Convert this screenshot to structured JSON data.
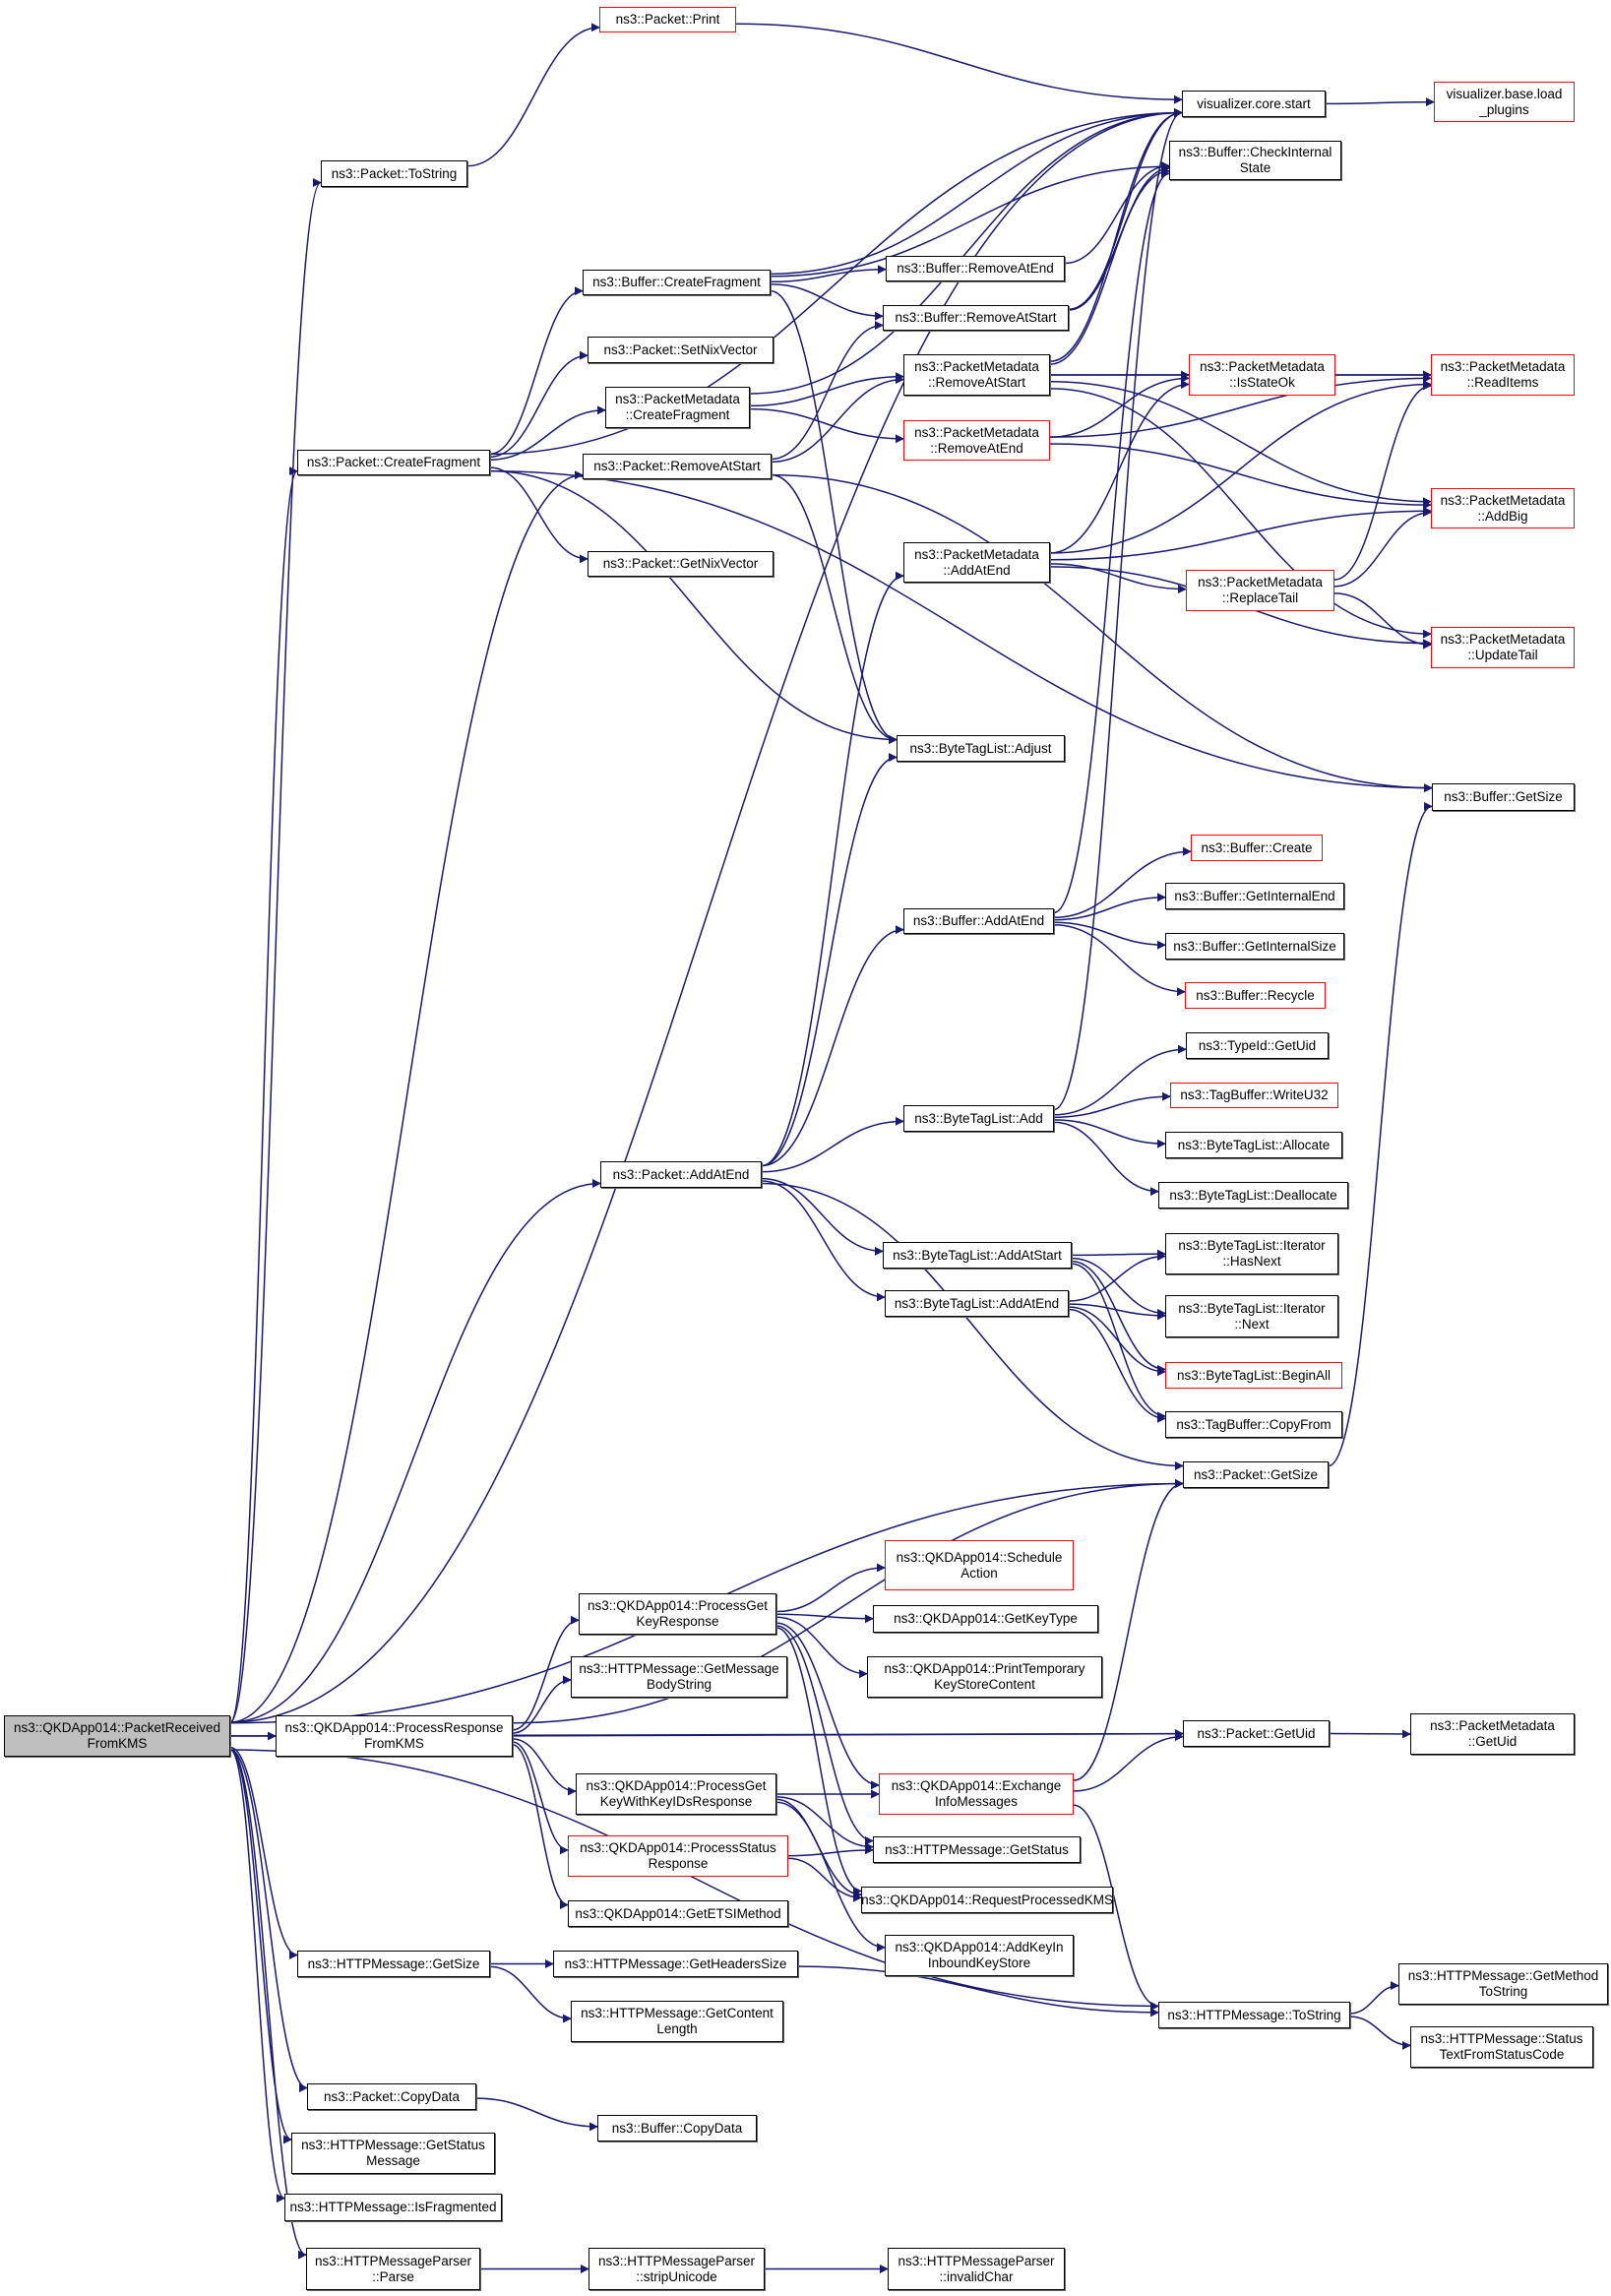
{
  "graph": {
    "title": "Call graph of ns3::QKDApp014::PacketReceivedFromKMS",
    "edge_color": "#191970",
    "truncated_border_color": "#ff0000",
    "root_fill_color": "#bfbfbf",
    "nodes": {
      "root": {
        "label": "ns3::QKDApp014::PacketReceived\nFromKMS",
        "truncated": false,
        "root": true
      },
      "packet_tostring": {
        "label": "ns3::Packet::ToString",
        "truncated": false
      },
      "packet_print": {
        "label": "ns3::Packet::Print",
        "truncated": true
      },
      "vis_core_start": {
        "label": "visualizer.core.start",
        "truncated": false
      },
      "vis_load_plugins": {
        "label": "visualizer.base.load\n_plugins",
        "truncated": true
      },
      "buffer_checkinternalstate": {
        "label": "ns3::Buffer::CheckInternal\nState",
        "truncated": false
      },
      "buffer_createfragment": {
        "label": "ns3::Buffer::CreateFragment",
        "truncated": false
      },
      "buffer_removeatend": {
        "label": "ns3::Buffer::RemoveAtEnd",
        "truncated": false
      },
      "buffer_removeatstart": {
        "label": "ns3::Buffer::RemoveAtStart",
        "truncated": false
      },
      "packet_setnixvector": {
        "label": "ns3::Packet::SetNixVector",
        "truncated": false
      },
      "pm_createfragment": {
        "label": "ns3::PacketMetadata\n::CreateFragment",
        "truncated": false
      },
      "pm_removeatstart": {
        "label": "ns3::PacketMetadata\n::RemoveAtStart",
        "truncated": false
      },
      "pm_isstateok": {
        "label": "ns3::PacketMetadata\n::IsStateOk",
        "truncated": true
      },
      "pm_readitems": {
        "label": "ns3::PacketMetadata\n::ReadItems",
        "truncated": true
      },
      "pm_removeatend": {
        "label": "ns3::PacketMetadata\n::RemoveAtEnd",
        "truncated": true
      },
      "packet_createfragment": {
        "label": "ns3::Packet::CreateFragment",
        "truncated": false
      },
      "packet_removeatstart": {
        "label": "ns3::Packet::RemoveAtStart",
        "truncated": false
      },
      "pm_addbig": {
        "label": "ns3::PacketMetadata\n::AddBig",
        "truncated": true
      },
      "pm_addatend": {
        "label": "ns3::PacketMetadata\n::AddAtEnd",
        "truncated": false
      },
      "packet_getnixvector": {
        "label": "ns3::Packet::GetNixVector",
        "truncated": false
      },
      "pm_replacetail": {
        "label": "ns3::PacketMetadata\n::ReplaceTail",
        "truncated": true
      },
      "pm_updatetail": {
        "label": "ns3::PacketMetadata\n::UpdateTail",
        "truncated": true
      },
      "btl_adjust": {
        "label": "ns3::ByteTagList::Adjust",
        "truncated": false
      },
      "buffer_getsize": {
        "label": "ns3::Buffer::GetSize",
        "truncated": false
      },
      "buffer_create": {
        "label": "ns3::Buffer::Create",
        "truncated": true
      },
      "buffer_getinternalend": {
        "label": "ns3::Buffer::GetInternalEnd",
        "truncated": false
      },
      "buffer_addatend": {
        "label": "ns3::Buffer::AddAtEnd",
        "truncated": false
      },
      "buffer_getinternalsize": {
        "label": "ns3::Buffer::GetInternalSize",
        "truncated": false
      },
      "buffer_recycle": {
        "label": "ns3::Buffer::Recycle",
        "truncated": true
      },
      "typeid_getuid": {
        "label": "ns3::TypeId::GetUid",
        "truncated": false
      },
      "tagbuffer_writeu32": {
        "label": "ns3::TagBuffer::WriteU32",
        "truncated": true
      },
      "btl_add": {
        "label": "ns3::ByteTagList::Add",
        "truncated": false
      },
      "btl_allocate": {
        "label": "ns3::ByteTagList::Allocate",
        "truncated": false
      },
      "btl_deallocate": {
        "label": "ns3::ByteTagList::Deallocate",
        "truncated": false
      },
      "packet_addatend": {
        "label": "ns3::Packet::AddAtEnd",
        "truncated": false
      },
      "btl_it_hasnext": {
        "label": "ns3::ByteTagList::Iterator\n::HasNext",
        "truncated": false
      },
      "btl_addatstart": {
        "label": "ns3::ByteTagList::AddAtStart",
        "truncated": false
      },
      "btl_addatend": {
        "label": "ns3::ByteTagList::AddAtEnd",
        "truncated": false
      },
      "btl_it_next": {
        "label": "ns3::ByteTagList::Iterator\n::Next",
        "truncated": false
      },
      "btl_beginall": {
        "label": "ns3::ByteTagList::BeginAll",
        "truncated": true
      },
      "tagbuffer_copyfrom": {
        "label": "ns3::TagBuffer::CopyFrom",
        "truncated": false
      },
      "packet_getsize": {
        "label": "ns3::Packet::GetSize",
        "truncated": false
      },
      "qkd_scheduleaction": {
        "label": "ns3::QKDApp014::Schedule\nAction",
        "truncated": true
      },
      "qkd_processgetkeyresponse": {
        "label": "ns3::QKDApp014::ProcessGet\nKeyResponse",
        "truncated": false
      },
      "qkd_getkeytype": {
        "label": "ns3::QKDApp014::GetKeyType",
        "truncated": false
      },
      "http_getmessagebodystring": {
        "label": "ns3::HTTPMessage::GetMessage\nBodyString",
        "truncated": false
      },
      "qkd_printtemporarykeystore": {
        "label": "ns3::QKDApp014::PrintTemporary\nKeyStoreContent",
        "truncated": false
      },
      "qkd_processresponsefromkms": {
        "label": "ns3::QKDApp014::ProcessResponse\nFromKMS",
        "truncated": false
      },
      "packet_getuid": {
        "label": "ns3::Packet::GetUid",
        "truncated": false
      },
      "pm_getuid": {
        "label": "ns3::PacketMetadata\n::GetUid",
        "truncated": false
      },
      "qkd_processgetkeywithkeyids": {
        "label": "ns3::QKDApp014::ProcessGet\nKeyWithKeyIDsResponse",
        "truncated": false
      },
      "qkd_exchangeinfomessages": {
        "label": "ns3::QKDApp014::Exchange\nInfoMessages",
        "truncated": true
      },
      "qkd_processstatusresponse": {
        "label": "ns3::QKDApp014::ProcessStatus\nResponse",
        "truncated": true
      },
      "http_getstatus": {
        "label": "ns3::HTTPMessage::GetStatus",
        "truncated": false
      },
      "qkd_requestprocessedkms": {
        "label": "ns3::QKDApp014::RequestProcessedKMS",
        "truncated": false
      },
      "qkd_getetsimethod": {
        "label": "ns3::QKDApp014::GetETSIMethod",
        "truncated": false
      },
      "qkd_addkeyininboundkeystore": {
        "label": "ns3::QKDApp014::AddKeyIn\nInboundKeyStore",
        "truncated": false
      },
      "http_getsize": {
        "label": "ns3::HTTPMessage::GetSize",
        "truncated": false
      },
      "http_getheaderssize": {
        "label": "ns3::HTTPMessage::GetHeadersSize",
        "truncated": false
      },
      "http_getcontentlength": {
        "label": "ns3::HTTPMessage::GetContent\nLength",
        "truncated": false
      },
      "http_tostring": {
        "label": "ns3::HTTPMessage::ToString",
        "truncated": false
      },
      "http_getmethodtostring": {
        "label": "ns3::HTTPMessage::GetMethod\nToString",
        "truncated": false
      },
      "http_statustextfromstatuscode": {
        "label": "ns3::HTTPMessage::Status\nTextFromStatusCode",
        "truncated": false
      },
      "packet_copydata": {
        "label": "ns3::Packet::CopyData",
        "truncated": false
      },
      "buffer_copydata": {
        "label": "ns3::Buffer::CopyData",
        "truncated": false
      },
      "http_getstatusmessage": {
        "label": "ns3::HTTPMessage::GetStatus\nMessage",
        "truncated": false
      },
      "http_isfragmented": {
        "label": "ns3::HTTPMessage::IsFragmented",
        "truncated": false
      },
      "parser_parse": {
        "label": "ns3::HTTPMessageParser\n::Parse",
        "truncated": false
      },
      "parser_stripunicode": {
        "label": "ns3::HTTPMessageParser\n::stripUnicode",
        "truncated": false
      },
      "parser_invalidchar": {
        "label": "ns3::HTTPMessageParser\n::invalidChar",
        "truncated": false
      }
    },
    "calls": [
      [
        "root",
        "packet_tostring"
      ],
      [
        "root",
        "packet_createfragment"
      ],
      [
        "root",
        "packet_removeatstart"
      ],
      [
        "root",
        "packet_addatend"
      ],
      [
        "root",
        "vis_core_start"
      ],
      [
        "root",
        "packet_getsize"
      ],
      [
        "root",
        "packet_getuid"
      ],
      [
        "root",
        "qkd_processresponsefromkms"
      ],
      [
        "root",
        "http_getsize"
      ],
      [
        "root",
        "http_tostring"
      ],
      [
        "root",
        "packet_copydata"
      ],
      [
        "root",
        "http_getstatusmessage"
      ],
      [
        "root",
        "http_isfragmented"
      ],
      [
        "root",
        "parser_parse"
      ],
      [
        "packet_tostring",
        "packet_print"
      ],
      [
        "packet_print",
        "vis_core_start"
      ],
      [
        "vis_core_start",
        "vis_load_plugins"
      ],
      [
        "packet_createfragment",
        "vis_core_start"
      ],
      [
        "packet_createfragment",
        "buffer_createfragment"
      ],
      [
        "packet_createfragment",
        "packet_setnixvector"
      ],
      [
        "packet_createfragment",
        "pm_createfragment"
      ],
      [
        "packet_createfragment",
        "packet_getnixvector"
      ],
      [
        "packet_createfragment",
        "btl_adjust"
      ],
      [
        "packet_createfragment",
        "buffer_getsize"
      ],
      [
        "buffer_createfragment",
        "vis_core_start"
      ],
      [
        "buffer_createfragment",
        "buffer_checkinternalstate"
      ],
      [
        "buffer_createfragment",
        "buffer_removeatend"
      ],
      [
        "buffer_createfragment",
        "buffer_removeatstart"
      ],
      [
        "buffer_createfragment",
        "btl_adjust"
      ],
      [
        "buffer_removeatend",
        "buffer_checkinternalstate"
      ],
      [
        "buffer_removeatstart",
        "vis_core_start"
      ],
      [
        "buffer_removeatstart",
        "buffer_checkinternalstate"
      ],
      [
        "pm_createfragment",
        "vis_core_start"
      ],
      [
        "pm_createfragment",
        "pm_removeatstart"
      ],
      [
        "pm_createfragment",
        "pm_removeatend"
      ],
      [
        "packet_removeatstart",
        "buffer_removeatstart"
      ],
      [
        "packet_removeatstart",
        "pm_removeatstart"
      ],
      [
        "packet_removeatstart",
        "btl_adjust"
      ],
      [
        "packet_removeatstart",
        "buffer_getsize"
      ],
      [
        "pm_removeatstart",
        "vis_core_start"
      ],
      [
        "pm_removeatstart",
        "buffer_checkinternalstate"
      ],
      [
        "pm_removeatstart",
        "pm_isstateok"
      ],
      [
        "pm_removeatstart",
        "pm_readitems"
      ],
      [
        "pm_removeatstart",
        "pm_addbig"
      ],
      [
        "pm_removeatstart",
        "pm_updatetail"
      ],
      [
        "pm_removeatend",
        "pm_isstateok"
      ],
      [
        "pm_removeatend",
        "pm_readitems"
      ],
      [
        "pm_removeatend",
        "pm_addbig"
      ],
      [
        "pm_isstateok",
        "pm_readitems"
      ],
      [
        "pm_addatend",
        "pm_isstateok"
      ],
      [
        "pm_addatend",
        "pm_readitems"
      ],
      [
        "pm_addatend",
        "pm_addbig"
      ],
      [
        "pm_addatend",
        "pm_replacetail"
      ],
      [
        "pm_addatend",
        "pm_updatetail"
      ],
      [
        "pm_replacetail",
        "pm_readitems"
      ],
      [
        "pm_replacetail",
        "pm_addbig"
      ],
      [
        "pm_replacetail",
        "pm_updatetail"
      ],
      [
        "buffer_addatend",
        "buffer_checkinternalstate"
      ],
      [
        "buffer_addatend",
        "buffer_create"
      ],
      [
        "buffer_addatend",
        "buffer_getinternalend"
      ],
      [
        "buffer_addatend",
        "buffer_getinternalsize"
      ],
      [
        "buffer_addatend",
        "buffer_recycle"
      ],
      [
        "btl_add",
        "vis_core_start"
      ],
      [
        "btl_add",
        "typeid_getuid"
      ],
      [
        "btl_add",
        "tagbuffer_writeu32"
      ],
      [
        "btl_add",
        "btl_allocate"
      ],
      [
        "btl_add",
        "btl_deallocate"
      ],
      [
        "packet_addatend",
        "pm_addatend"
      ],
      [
        "packet_addatend",
        "btl_adjust"
      ],
      [
        "packet_addatend",
        "buffer_addatend"
      ],
      [
        "packet_addatend",
        "btl_add"
      ],
      [
        "packet_addatend",
        "btl_addatstart"
      ],
      [
        "packet_addatend",
        "btl_addatend"
      ],
      [
        "packet_addatend",
        "packet_getsize"
      ],
      [
        "btl_addatstart",
        "btl_it_hasnext"
      ],
      [
        "btl_addatstart",
        "btl_it_next"
      ],
      [
        "btl_addatstart",
        "btl_beginall"
      ],
      [
        "btl_addatstart",
        "tagbuffer_copyfrom"
      ],
      [
        "btl_addatend",
        "btl_it_hasnext"
      ],
      [
        "btl_addatend",
        "btl_it_next"
      ],
      [
        "btl_addatend",
        "btl_beginall"
      ],
      [
        "btl_addatend",
        "tagbuffer_copyfrom"
      ],
      [
        "packet_getsize",
        "buffer_getsize"
      ],
      [
        "qkd_processresponsefromkms",
        "qkd_processgetkeyresponse"
      ],
      [
        "qkd_processresponsefromkms",
        "http_getmessagebodystring"
      ],
      [
        "qkd_processresponsefromkms",
        "packet_getuid"
      ],
      [
        "qkd_processresponsefromkms",
        "qkd_processgetkeywithkeyids"
      ],
      [
        "qkd_processresponsefromkms",
        "qkd_processstatusresponse"
      ],
      [
        "qkd_processresponsefromkms",
        "qkd_getetsimethod"
      ],
      [
        "qkd_processresponsefromkms",
        "packet_getsize"
      ],
      [
        "qkd_processgetkeyresponse",
        "qkd_scheduleaction"
      ],
      [
        "qkd_processgetkeyresponse",
        "qkd_getkeytype"
      ],
      [
        "qkd_processgetkeyresponse",
        "qkd_printtemporarykeystore"
      ],
      [
        "qkd_processgetkeyresponse",
        "qkd_exchangeinfomessages"
      ],
      [
        "qkd_processgetkeyresponse",
        "http_getstatus"
      ],
      [
        "qkd_processgetkeyresponse",
        "qkd_requestprocessedkms"
      ],
      [
        "qkd_processgetkeywithkeyids",
        "qkd_exchangeinfomessages"
      ],
      [
        "qkd_processgetkeywithkeyids",
        "http_getstatus"
      ],
      [
        "qkd_processgetkeywithkeyids",
        "qkd_requestprocessedkms"
      ],
      [
        "qkd_processgetkeywithkeyids",
        "qkd_addkeyininboundkeystore"
      ],
      [
        "qkd_processstatusresponse",
        "http_getstatus"
      ],
      [
        "qkd_processstatusresponse",
        "qkd_requestprocessedkms"
      ],
      [
        "qkd_exchangeinfomessages",
        "packet_getsize"
      ],
      [
        "qkd_exchangeinfomessages",
        "packet_getuid"
      ],
      [
        "qkd_exchangeinfomessages",
        "http_tostring"
      ],
      [
        "packet_getuid",
        "pm_getuid"
      ],
      [
        "http_getsize",
        "http_getheaderssize"
      ],
      [
        "http_getsize",
        "http_getcontentlength"
      ],
      [
        "http_getheaderssize",
        "http_tostring"
      ],
      [
        "http_tostring",
        "http_getmethodtostring"
      ],
      [
        "http_tostring",
        "http_statustextfromstatuscode"
      ],
      [
        "packet_copydata",
        "buffer_copydata"
      ],
      [
        "parser_parse",
        "parser_stripunicode"
      ],
      [
        "parser_stripunicode",
        "parser_invalidchar"
      ]
    ]
  }
}
